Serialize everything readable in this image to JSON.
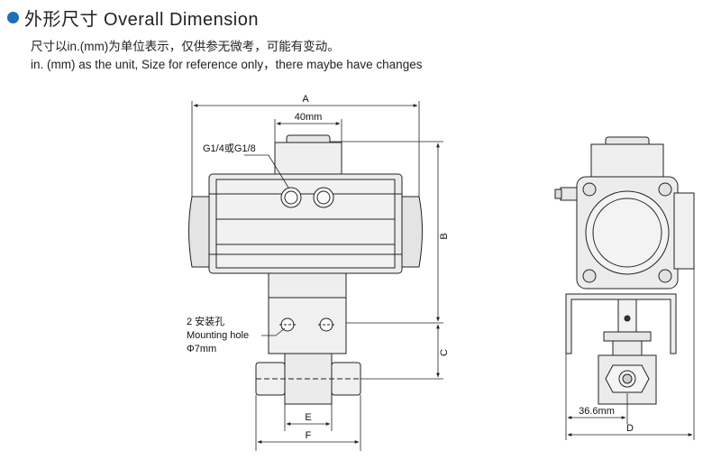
{
  "header": {
    "title": "外形尺寸 Overall Dimension",
    "subtitle_zh": "尺寸以in.(mm)为单位表示，仅供参无微考，可能有变动。",
    "subtitle_en": "in. (mm) as the unit, Size for reference only，there maybe have changes"
  },
  "labels": {
    "dim_a": "A",
    "dim_b": "B",
    "dim_c": "C",
    "dim_d": "D",
    "dim_e": "E",
    "dim_f": "F",
    "port_width": "40mm",
    "port_thread": "G1/4或G1/8",
    "mounting_zh": "2 安装孔",
    "mounting_en": "Mounting hole",
    "mounting_dia": "Φ7mm",
    "side_offset": "36.6mm"
  },
  "colors": {
    "accent": "#1f6fb5",
    "line": "#222222",
    "body_fill": "#e8e8e8",
    "light_fill": "#f2f2f2"
  }
}
